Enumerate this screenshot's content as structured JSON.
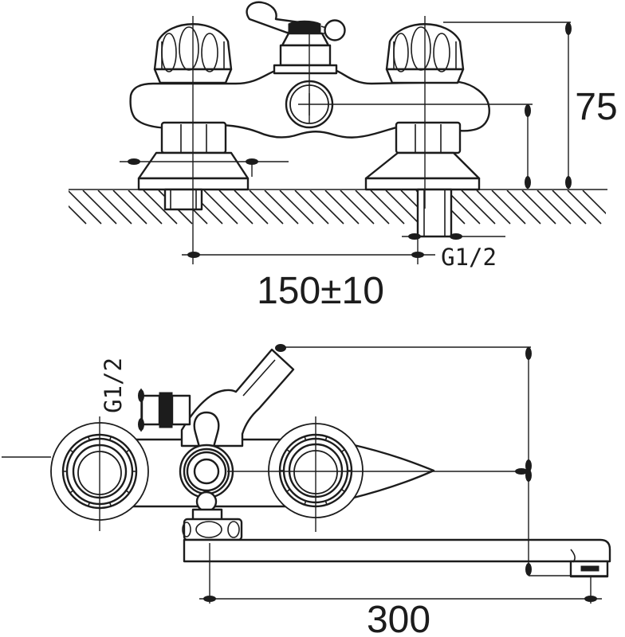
{
  "labels": {
    "front_view": {
      "wall_depth": "75",
      "center_distance": "150±10",
      "thread": "G1/2"
    },
    "side_view": {
      "thread": "G1/2",
      "spout_length": "300"
    }
  },
  "colors": {
    "line": "#1c1c1c",
    "background": "#ffffff"
  }
}
